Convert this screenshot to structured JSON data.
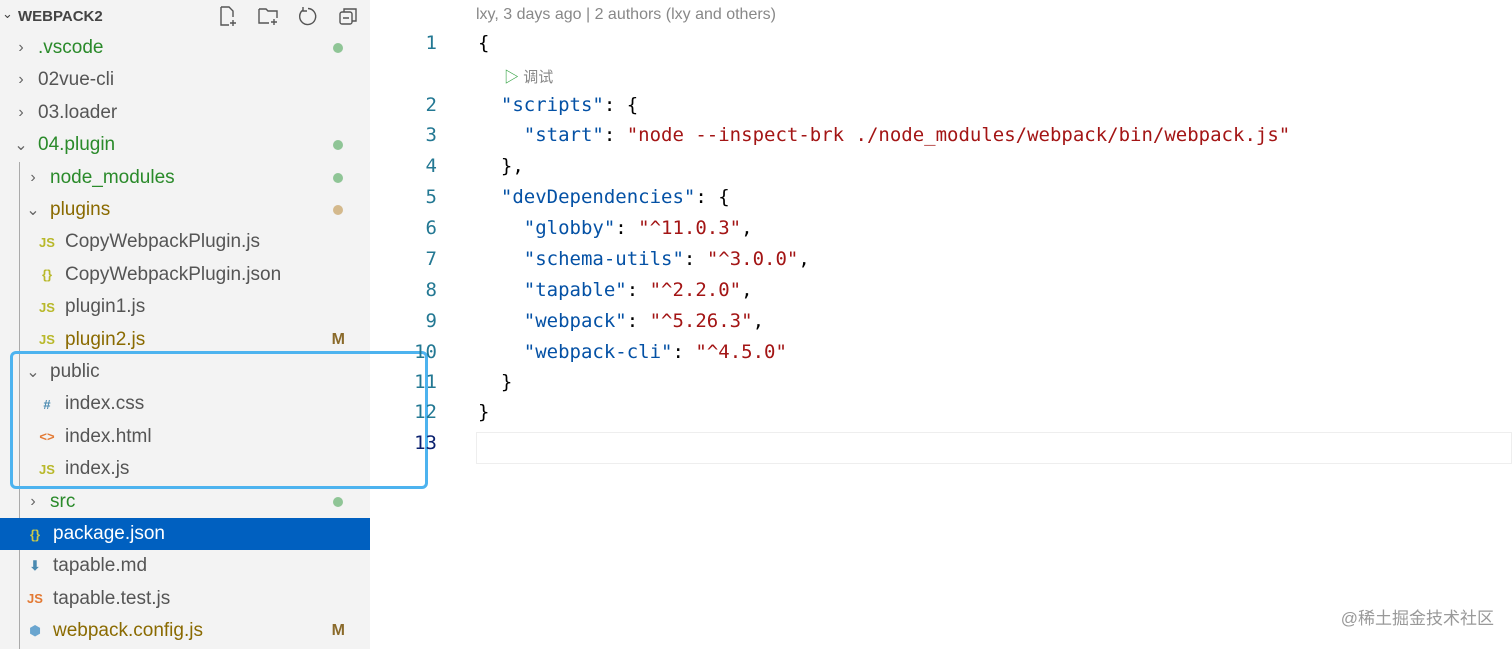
{
  "explorer": {
    "title": "WEBPACK2",
    "items": [
      {
        "label": ".vscode",
        "type": "folder",
        "open": false,
        "color": "#2a8a2a",
        "indent": 0,
        "badge": "dot",
        "badge_color": "#8fc596"
      },
      {
        "label": "02vue-cli",
        "type": "folder",
        "open": false,
        "color": "#555",
        "indent": 0
      },
      {
        "label": "03.loader",
        "type": "folder",
        "open": false,
        "color": "#555",
        "indent": 0
      },
      {
        "label": "04.plugin",
        "type": "folder",
        "open": true,
        "color": "#2a8a2a",
        "indent": 0,
        "badge": "dot",
        "badge_color": "#8fc596"
      },
      {
        "label": "node_modules",
        "type": "folder",
        "open": false,
        "color": "#2a8a2a",
        "indent": 1,
        "badge": "dot",
        "badge_color": "#8fc596"
      },
      {
        "label": "plugins",
        "type": "folder",
        "open": true,
        "color": "#8a6a00",
        "indent": 1,
        "badge": "dot",
        "badge_color": "#d4b98c"
      },
      {
        "label": "CopyWebpackPlugin.js",
        "type": "file",
        "icon": "JS",
        "icon_color": "#b8b82a",
        "color": "#555",
        "indent": 2
      },
      {
        "label": "CopyWebpackPlugin.json",
        "type": "file",
        "icon": "{}",
        "icon_color": "#b8b82a",
        "color": "#555",
        "indent": 2
      },
      {
        "label": "plugin1.js",
        "type": "file",
        "icon": "JS",
        "icon_color": "#b8b82a",
        "color": "#555",
        "indent": 2
      },
      {
        "label": "plugin2.js",
        "type": "file",
        "icon": "JS",
        "icon_color": "#b8b82a",
        "color": "#8a6a00",
        "indent": 2,
        "badge": "M"
      },
      {
        "label": "public",
        "type": "folder",
        "open": true,
        "color": "#555",
        "indent": 1
      },
      {
        "label": "index.css",
        "type": "file",
        "icon": "#",
        "icon_color": "#4a8ab0",
        "color": "#555",
        "indent": 2
      },
      {
        "label": "index.html",
        "type": "file",
        "icon": "<>",
        "icon_color": "#e37933",
        "color": "#555",
        "indent": 2
      },
      {
        "label": "index.js",
        "type": "file",
        "icon": "JS",
        "icon_color": "#b8b82a",
        "color": "#555",
        "indent": 2
      },
      {
        "label": "src",
        "type": "folder",
        "open": false,
        "color": "#2a8a2a",
        "indent": 1,
        "badge": "dot",
        "badge_color": "#8fc596"
      },
      {
        "label": "package.json",
        "type": "file",
        "icon": "{}",
        "icon_color": "#c8c84a",
        "color": "#fff",
        "indent": 1,
        "selected": true
      },
      {
        "label": "tapable.md",
        "type": "file",
        "icon": "⬇",
        "icon_color": "#4a8ab0",
        "color": "#555",
        "indent": 1
      },
      {
        "label": "tapable.test.js",
        "type": "file",
        "icon": "JS",
        "icon_color": "#e37933",
        "color": "#555",
        "indent": 1
      },
      {
        "label": "webpack.config.js",
        "type": "file",
        "icon": "⬢",
        "icon_color": "#6aa5cf",
        "color": "#8a6a00",
        "indent": 1,
        "badge": "M"
      }
    ]
  },
  "editor": {
    "blame": "lxy, 3 days ago | 2 authors (lxy and others)",
    "codelens": "调试",
    "lines": [
      [
        [
          "{",
          ""
        ]
      ],
      [
        [
          "  ",
          ""
        ],
        [
          "\"scripts\"",
          "k"
        ],
        [
          ": {",
          ""
        ]
      ],
      [
        [
          "    ",
          ""
        ],
        [
          "\"start\"",
          "k"
        ],
        [
          ": ",
          ""
        ],
        [
          "\"node --inspect-brk ./node_modules/webpack/bin/webpack.js\"",
          "s"
        ]
      ],
      [
        [
          "  },",
          ""
        ]
      ],
      [
        [
          "  ",
          ""
        ],
        [
          "\"devDependencies\"",
          "k"
        ],
        [
          ": {",
          ""
        ]
      ],
      [
        [
          "    ",
          ""
        ],
        [
          "\"globby\"",
          "k"
        ],
        [
          ": ",
          ""
        ],
        [
          "\"^11.0.3\"",
          "s"
        ],
        [
          ",",
          ""
        ]
      ],
      [
        [
          "    ",
          ""
        ],
        [
          "\"schema-utils\"",
          "k"
        ],
        [
          ": ",
          ""
        ],
        [
          "\"^3.0.0\"",
          "s"
        ],
        [
          ",",
          ""
        ]
      ],
      [
        [
          "    ",
          ""
        ],
        [
          "\"tapable\"",
          "k"
        ],
        [
          ": ",
          ""
        ],
        [
          "\"^2.2.0\"",
          "s"
        ],
        [
          ",",
          ""
        ]
      ],
      [
        [
          "    ",
          ""
        ],
        [
          "\"webpack\"",
          "k"
        ],
        [
          ": ",
          ""
        ],
        [
          "\"^5.26.3\"",
          "s"
        ],
        [
          ",",
          ""
        ]
      ],
      [
        [
          "    ",
          ""
        ],
        [
          "\"webpack-cli\"",
          "k"
        ],
        [
          ": ",
          ""
        ],
        [
          "\"^4.5.0\"",
          "s"
        ]
      ],
      [
        [
          "  }",
          ""
        ]
      ],
      [
        [
          "}",
          ""
        ]
      ],
      [
        [
          "",
          ""
        ]
      ]
    ]
  },
  "watermark": "@稀土掘金技术社区"
}
